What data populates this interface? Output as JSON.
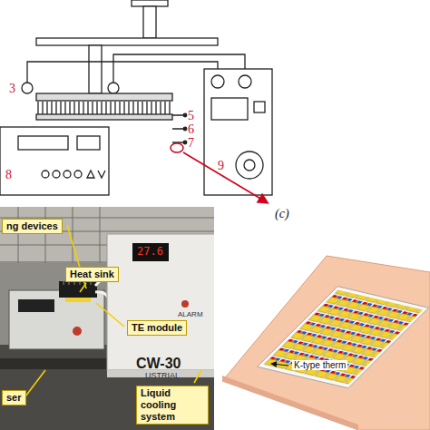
{
  "diagram": {
    "nodes": [
      {
        "text": [
          "ng devices"
        ]
      },
      {
        "text": [
          "Heat sink"
        ]
      },
      {
        "text": [
          "TE module"
        ]
      },
      {
        "text": [
          "ser"
        ]
      },
      {
        "text": [
          "Liquid cooling system"
        ]
      }
    ],
    "labels": [
      "3",
      "5",
      "6",
      "7",
      "8",
      "9",
      "(c)",
      "27.6",
      "ALARM",
      "CW-30",
      "USTRIAL",
      "K-type therm"
    ]
  }
}
